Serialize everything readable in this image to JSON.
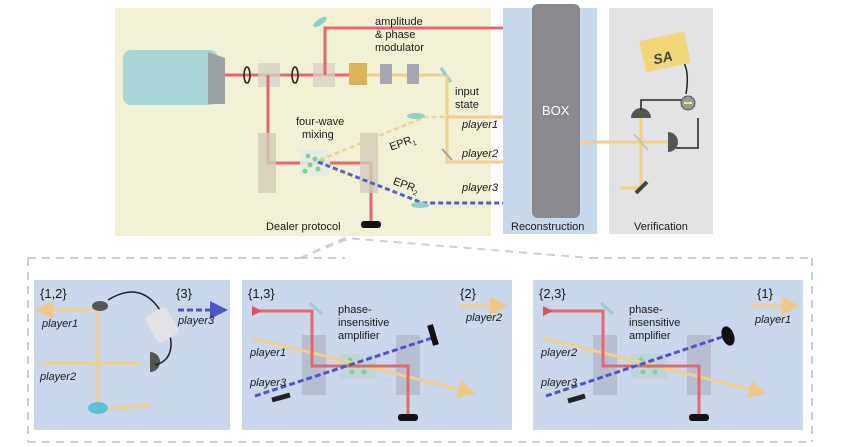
{
  "top_panels": {
    "dealer": {
      "caption": "Dealer protocol",
      "modulator_label_lines": [
        "amplitude",
        "& phase",
        "modulator"
      ],
      "input_state_lines": [
        "input",
        "state"
      ],
      "fwm_lines": [
        "four-wave",
        "mixing"
      ],
      "epr1": {
        "base": "EPR",
        "sub": "1"
      },
      "epr2": {
        "base": "EPR",
        "sub": "2"
      },
      "players": [
        "player1",
        "player2",
        "player3"
      ]
    },
    "reconstruction": {
      "caption": "Reconstruction",
      "box_label": "BOX"
    },
    "verification": {
      "caption": "Verification",
      "analyzer_label": "SA"
    }
  },
  "bottom_panels": [
    {
      "set_left": "{1,2}",
      "set_right": "{3}",
      "players": [
        "player1",
        "player2",
        "player3"
      ]
    },
    {
      "set_left": "{1,3}",
      "set_right": "{2}",
      "amplifier_lines": [
        "phase-",
        "insensitive",
        "amplifier"
      ],
      "players": [
        "player1",
        "player3",
        "player2"
      ]
    },
    {
      "set_left": "{2,3}",
      "set_right": "{1}",
      "amplifier_lines": [
        "phase-",
        "insensitive",
        "amplifier"
      ],
      "players": [
        "player2",
        "player3",
        "player1"
      ]
    }
  ],
  "colors": {
    "dealer_bg": "#f3f1d5",
    "recon_bg": "#c9d9ec",
    "verif_bg": "#e3e3e6",
    "bottom_bg": "#cbd7ea",
    "pump_beam": "#e0696e",
    "signal_beam": "#f0cf8f",
    "epr_blue": "#5560c8",
    "box_gray": "#8a8a8e"
  }
}
